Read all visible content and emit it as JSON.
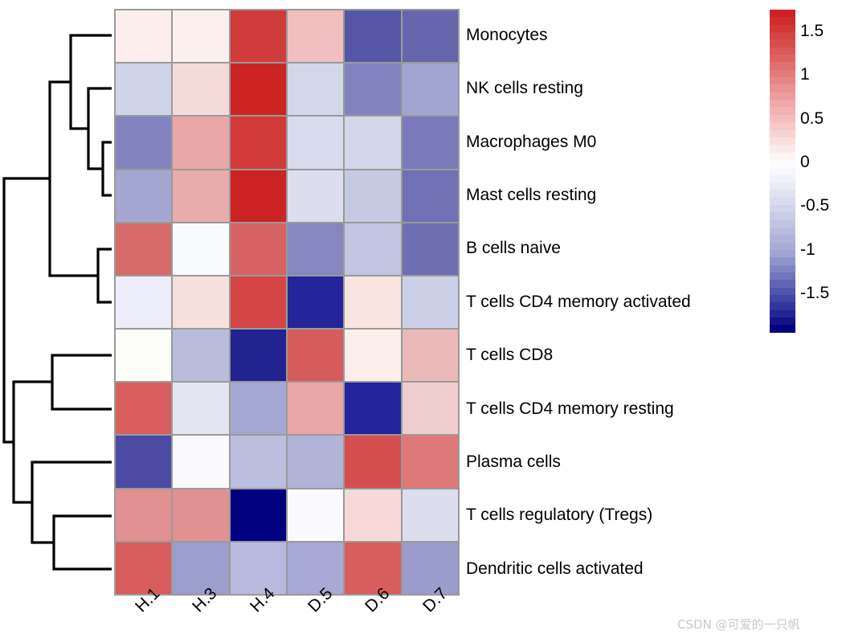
{
  "chart_data": {
    "type": "heatmap",
    "title": "",
    "xlabel": "",
    "ylabel": "",
    "categories": [
      "H.1",
      "H.3",
      "H.4",
      "D.5",
      "D.6",
      "D.7"
    ],
    "rows": [
      "Monocytes",
      "NK cells resting",
      "Macrophages M0",
      "Mast cells resting",
      "B cells naive",
      "T cells CD4 memory activated",
      "T cells CD8",
      "T cells CD4 memory resting",
      "Plasma cells",
      "T cells regulatory (Tregs)",
      "Dendritic cells activated"
    ],
    "values": [
      [
        0.12,
        0.1,
        1.2,
        0.55,
        -1.3,
        -1.2
      ],
      [
        -0.45,
        0.35,
        1.55,
        -0.42,
        -0.95,
        -0.78
      ],
      [
        -1.0,
        0.72,
        1.25,
        -0.3,
        -0.25,
        -1.05
      ],
      [
        -0.72,
        0.68,
        1.55,
        -0.22,
        -0.4,
        -1.1
      ],
      [
        0.95,
        0.05,
        0.92,
        -0.98,
        -0.48,
        -1.05
      ],
      [
        -0.12,
        0.28,
        1.15,
        -1.75,
        0.22,
        -0.4
      ],
      [
        0.05,
        -0.52,
        -1.7,
        0.95,
        0.12,
        0.62
      ],
      [
        0.98,
        -0.22,
        -0.72,
        0.7,
        -1.72,
        0.48
      ],
      [
        -1.35,
        0.03,
        -0.48,
        -0.6,
        1.05,
        0.88
      ],
      [
        0.8,
        0.8,
        -1.95,
        0.05,
        0.38,
        -0.3
      ],
      [
        1.02,
        -0.78,
        -0.52,
        -0.7,
        0.98,
        -0.8
      ]
    ],
    "cell_colors": [
      [
        "#fbeeec",
        "#fcf0ee",
        "#cf3a3a",
        "#f1bfbf",
        "#5656a6",
        "#6666ac"
      ],
      [
        "#ced3e8",
        "#f5dada",
        "#cc2323",
        "#d3d7ea",
        "#8282bf",
        "#a2a4d2"
      ],
      [
        "#8282bf",
        "#e8a8a8",
        "#d23a3a",
        "#d8dbec",
        "#d3d5e8",
        "#7a7aba"
      ],
      [
        "#a4a6d2",
        "#e9acac",
        "#cc2424",
        "#dcdeee",
        "#c6c9e2",
        "#7070b4"
      ],
      [
        "#d96a6a",
        "#f9fafd",
        "#d76262",
        "#8686c1",
        "#c2c5e0",
        "#6e6eb3"
      ],
      [
        "#ecedf8",
        "#f5e0de",
        "#d44545",
        "#25249a",
        "#f7e4e1",
        "#ccd0e6"
      ],
      [
        "#fdfdfa",
        "#b9bcdb",
        "#222290",
        "#d65c5c",
        "#fbeeeb",
        "#eab8b8"
      ],
      [
        "#d95f5f",
        "#e3e5f2",
        "#a5a7d3",
        "#e9a6a6",
        "#24249c",
        "#f0cdcd"
      ],
      [
        "#4b4ba4",
        "#fafafd",
        "#bcbedd",
        "#b1b3d7",
        "#d54f4f",
        "#df7878"
      ],
      [
        "#e09090",
        "#e09292",
        "#000080",
        "#fafafd",
        "#f6d8d6",
        "#dcdeee"
      ],
      [
        "#d85c5c",
        "#9b9dcd",
        "#b7bade",
        "#a7a9d4",
        "#d85d5d",
        "#9a9ccc"
      ]
    ],
    "grid": true,
    "grid_color": "#9a9a9a",
    "legend": {
      "position": "right",
      "orientation": "vertical",
      "ticks": [
        "1.5",
        "1",
        "0.5",
        "0",
        "-0.5",
        "-1",
        "-1.5"
      ],
      "tick_values": [
        1.5,
        1,
        0.5,
        0,
        -0.5,
        -1,
        -1.5
      ],
      "vmin": -1.95,
      "vmax": 1.75,
      "colormap": "RdBu_r",
      "bands": [
        "#cc2222",
        "#cf2d2d",
        "#d23838",
        "#d54343",
        "#d84e4e",
        "#db5959",
        "#de6464",
        "#e17070",
        "#e47b7b",
        "#e78686",
        "#ea9191",
        "#ed9c9c",
        "#f0a7a7",
        "#f2b2b2",
        "#f4bdbd",
        "#f6c8c8",
        "#f8d3d3",
        "#fadede",
        "#fce9e9",
        "#fdf4f4",
        "#fdfbfb",
        "#f8f8fc",
        "#f1f2f9",
        "#e9ebf5",
        "#e1e3f1",
        "#d9dcee",
        "#d1d4ea",
        "#c9cce6",
        "#c1c4e2",
        "#b9bcde",
        "#b1b4da",
        "#a9acd6",
        "#a1a4d2",
        "#9194cb",
        "#8285c4",
        "#7275bd",
        "#6265b6",
        "#5255ae",
        "#4345a6",
        "#33359d",
        "#232591",
        "#131384",
        "#000080"
      ]
    },
    "dendrogram": {
      "position": "left",
      "orientation": "row",
      "leaf_order": [
        "Monocytes",
        "NK cells resting",
        "Macrophages M0",
        "Mast cells resting",
        "B cells naive",
        "T cells CD4 memory activated",
        "T cells CD8",
        "T cells CD4 memory resting",
        "Plasma cells",
        "T cells regulatory (Tregs)",
        "Dendritic cells activated"
      ],
      "line_color": "#000000"
    }
  },
  "watermark": {
    "text": "CSDN @可爱的一只帆"
  }
}
